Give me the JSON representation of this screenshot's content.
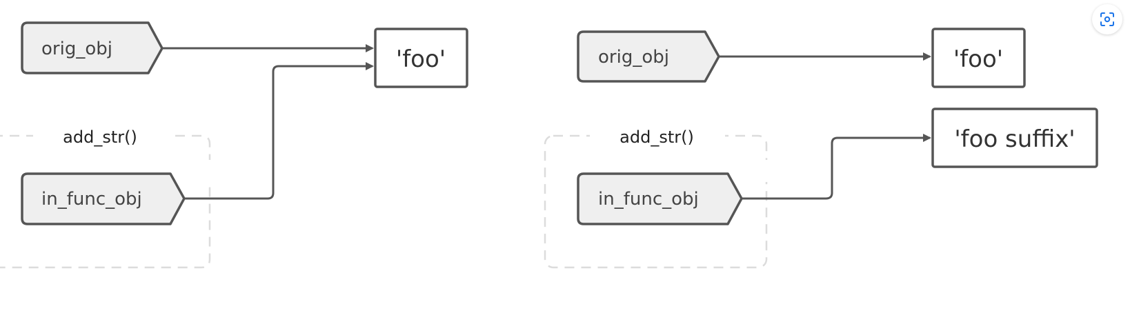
{
  "left_diagram": {
    "refs": {
      "orig": "orig_obj",
      "in_func": "in_func_obj"
    },
    "values": {
      "shared": "'foo'"
    },
    "scope_label": "add_str()"
  },
  "right_diagram": {
    "refs": {
      "orig": "orig_obj",
      "in_func": "in_func_obj"
    },
    "values": {
      "orig_target": "'foo'",
      "new_target": "'foo suffix'"
    },
    "scope_label": "add_str()"
  },
  "toolbar": {
    "focus_icon": "focus-scan-icon"
  },
  "colors": {
    "stroke": "#555555",
    "ref_fill": "#efefef",
    "scope_dash": "#dcdcdc",
    "accent": "#1a73e8"
  }
}
